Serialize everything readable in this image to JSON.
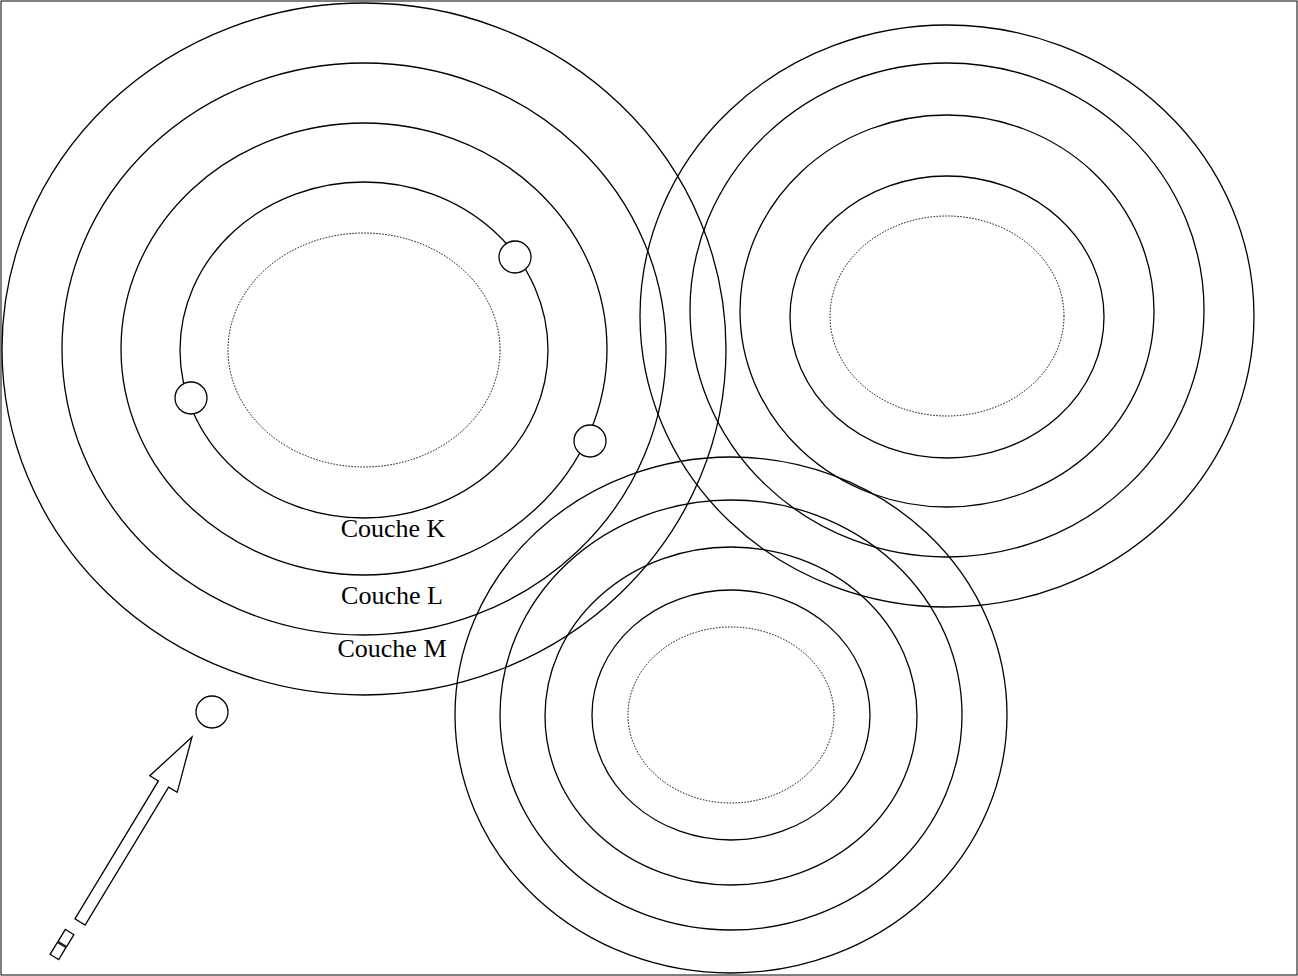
{
  "diagram": {
    "labels": [
      "Couche K",
      "Couche L",
      "Couche M"
    ]
  }
}
